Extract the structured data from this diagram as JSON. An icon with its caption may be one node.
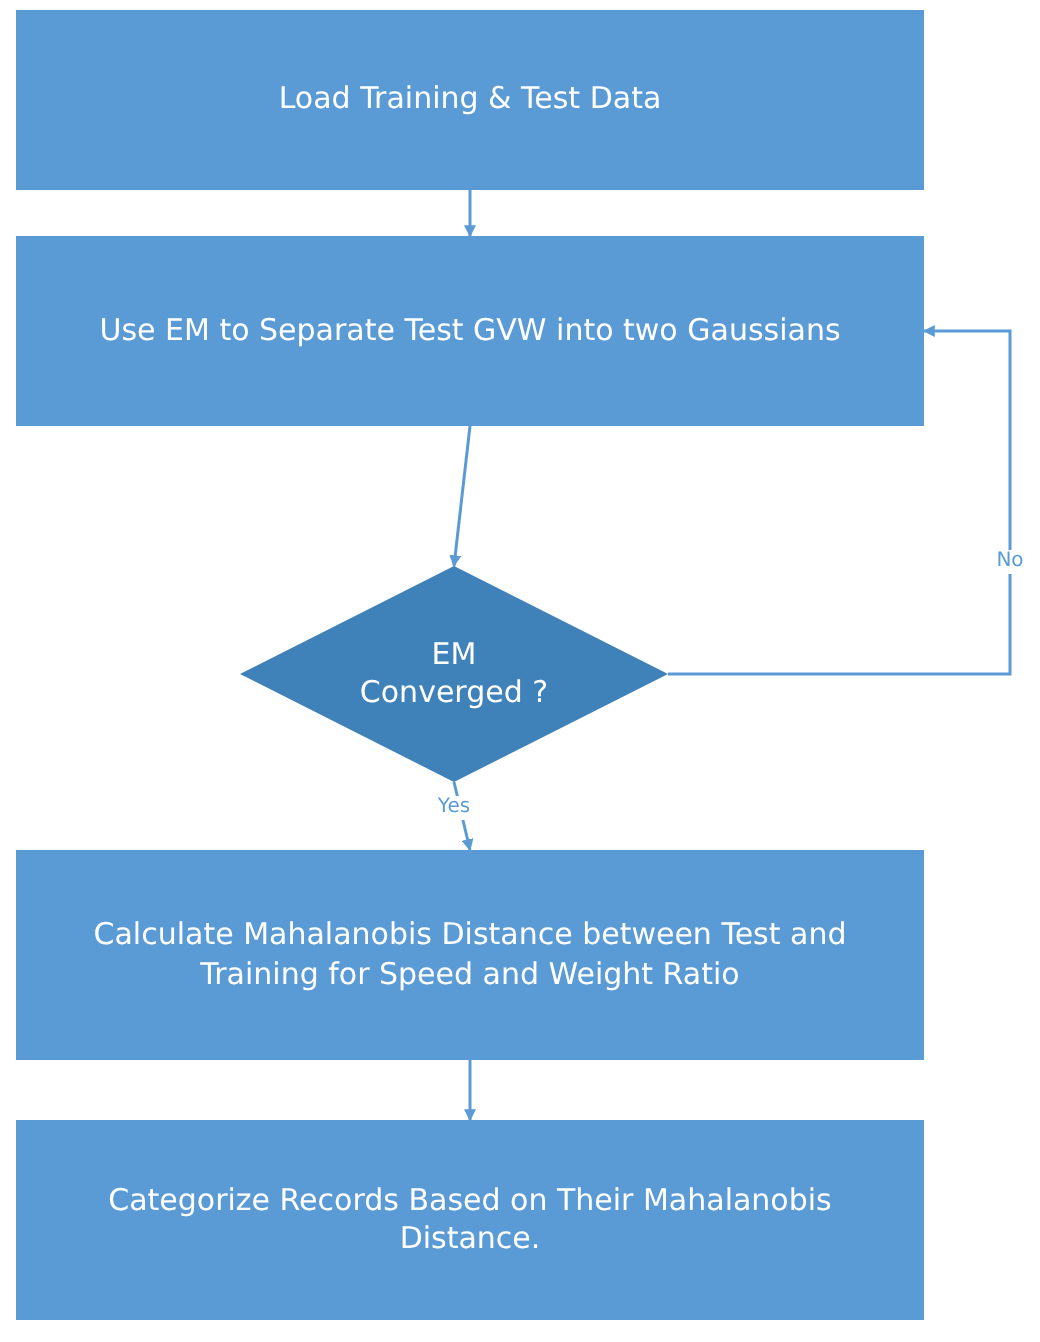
{
  "diagram": {
    "nodes": [
      {
        "text": [
          "Load Training & Test Data"
        ]
      },
      {
        "text": [
          "Use EM to Separate Test GVW into two Gaussians"
        ]
      },
      {
        "text": [
          "EM Converged ?"
        ]
      },
      {
        "text": [
          "Calculate Mahalanobis Distance between Test and Training for Speed and Weight Ratio"
        ]
      },
      {
        "text": [
          "Categorize Records Based on Their Mahalanobis Distance."
        ]
      }
    ],
    "edges": [
      {
        "from": 0,
        "to": 1,
        "arrow": "to"
      },
      {
        "from": 1,
        "to": 2,
        "arrow": "to"
      },
      {
        "from": 2,
        "to": 1,
        "arrow": "to",
        "label": "No"
      },
      {
        "from": 2,
        "to": 3,
        "arrow": "to",
        "label": "Yes"
      },
      {
        "from": 3,
        "to": 4,
        "arrow": "to"
      }
    ]
  }
}
